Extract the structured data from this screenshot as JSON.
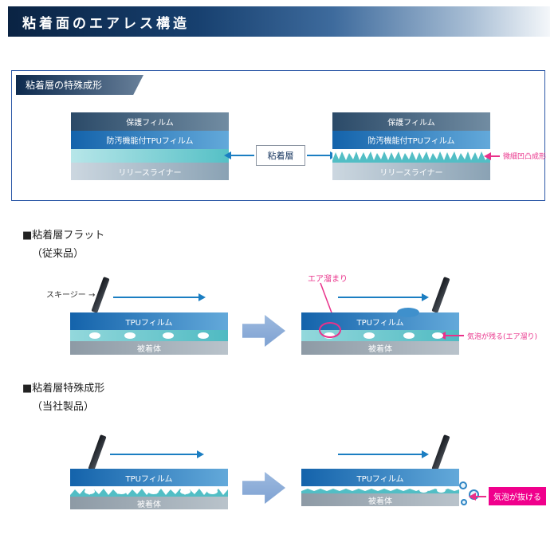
{
  "header": {
    "title": "粘着面のエアレス構造"
  },
  "special_forming_box": {
    "banner": "粘着層の特殊成形",
    "adhesive_label": "粘着層",
    "annotation": "微細凹凸成形",
    "layers": {
      "protective_film": "保護フィルム",
      "tpu_film": "防汚機能付TPUフィルム",
      "release_liner": "リリースライナー"
    }
  },
  "flat_section": {
    "heading": "■粘着層フラット",
    "subheading": "（従来品）",
    "squeegee_label": "スキージー →",
    "air_pocket_label": "エア溜まり",
    "result_note": "気泡が残る(エア溜り)"
  },
  "molding_section": {
    "heading": "■粘着層特殊成形",
    "subheading": "（当社製品）",
    "result_note": "気泡が抜ける"
  },
  "common": {
    "tpu_film": "TPUフィルム",
    "substrate": "被着体"
  },
  "colors": {
    "accent_pink": "#e9318a",
    "arrow_blue": "#1b7ec2",
    "block_arrow_blue": "#8fb0da",
    "adhesive_teal": "#55c0c6",
    "result_badge_bg": "#f0008c"
  }
}
